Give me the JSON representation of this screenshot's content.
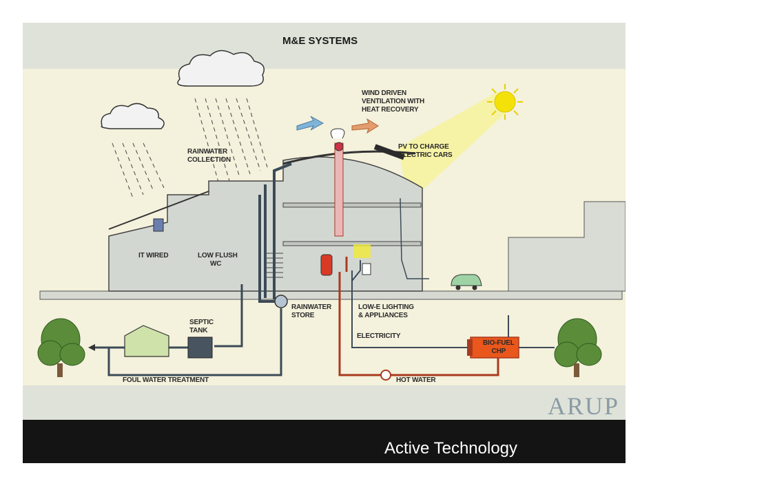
{
  "title": "M&E SYSTEMS",
  "labels": {
    "wind": "WIND DRIVEN\nVENTILATION WITH\nHEAT RECOVERY",
    "pv": "PV TO CHARGE\nELECTRIC CARS",
    "rainwater_collection": "RAINWATER\nCOLLECTION",
    "it_wired": "IT WIRED",
    "low_flush": "LOW FLUSH\n       WC",
    "rainwater_store": "RAINWATER\nSTORE",
    "lighting": "LOW-E LIGHTING\n& APPLIANCES",
    "septic": "SEPTIC\nTANK",
    "electricity": "ELECTRICITY",
    "biofuel": "BIO-FUEL\nCHP",
    "foul_water": "FOUL WATER TREATMENT",
    "hot_water": "HOT WATER"
  },
  "logo": "ARUP",
  "footer": "Active Technology",
  "colors": {
    "sun": "#f5e10a",
    "pv_beam": "#f6f3a0",
    "hot_water": "#a93a1e",
    "chp": "#e9571c",
    "pipe": "#3b4a57",
    "tree": "#5a8c3a",
    "car": "#9fd3a6"
  }
}
